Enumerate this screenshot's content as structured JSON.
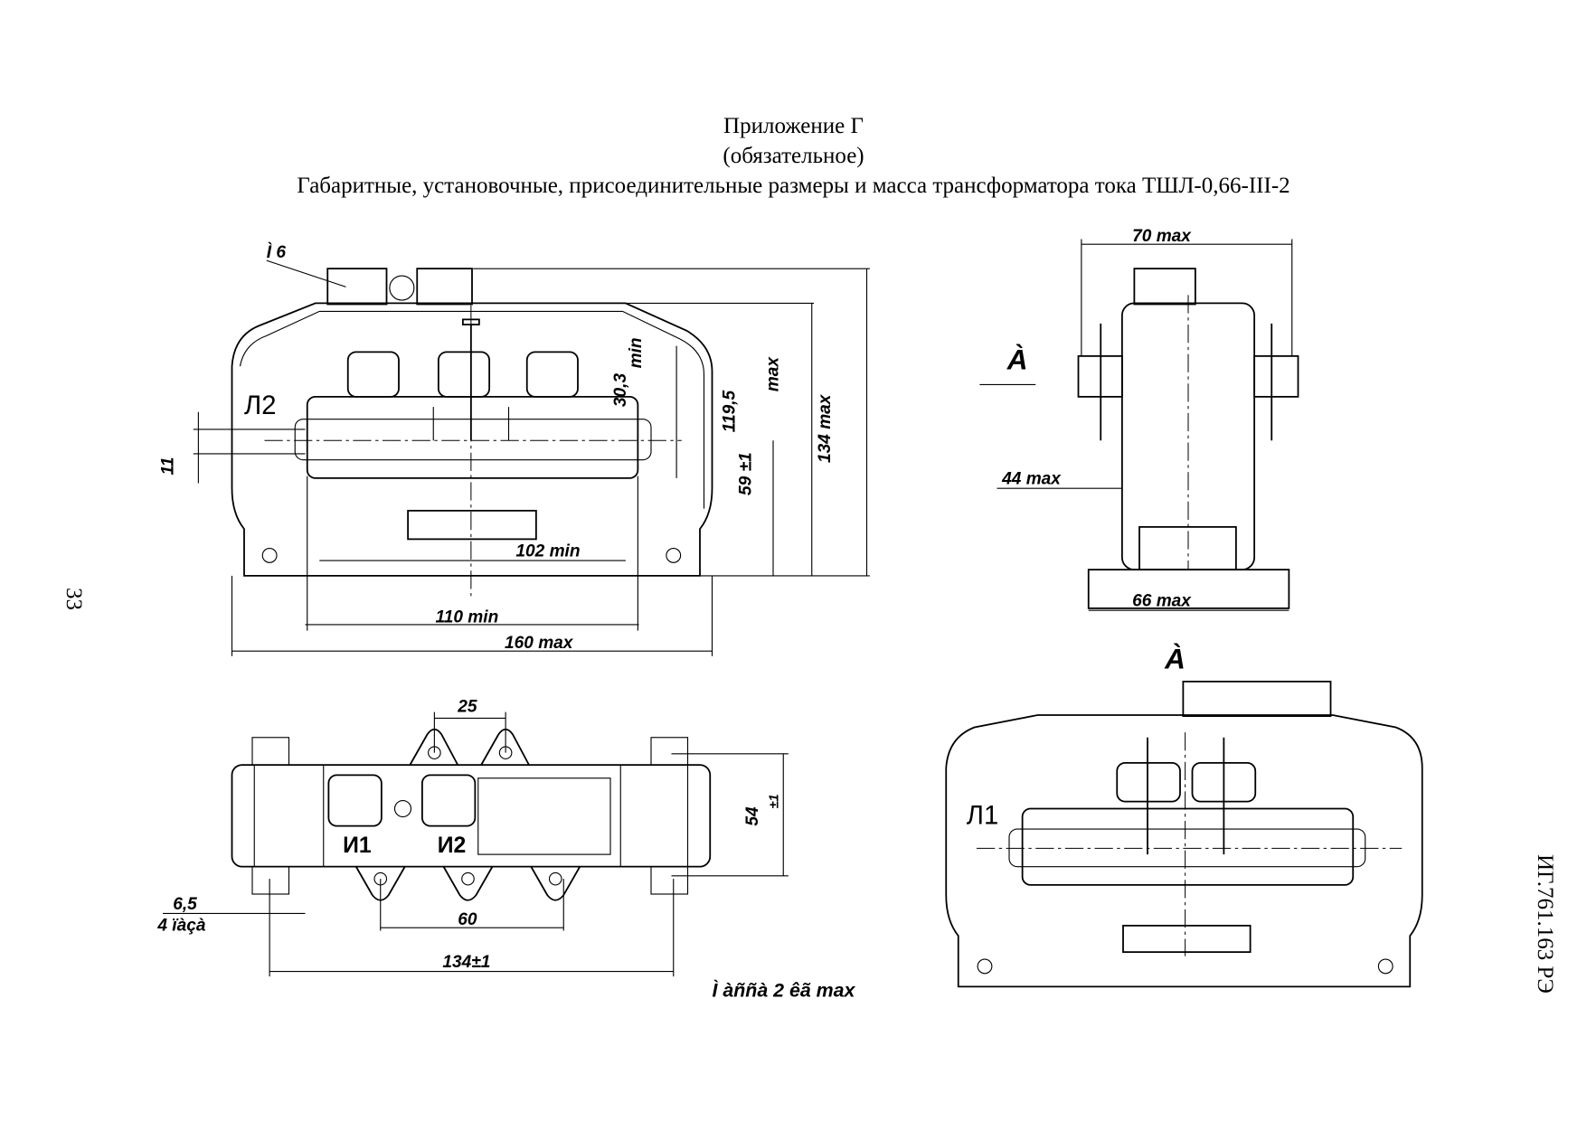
{
  "header": {
    "appendix": "Приложение Г",
    "status": "(обязательное)",
    "title": "Габаритные, установочные, присоединительные размеры и масса трансформатора тока ТШЛ-0,66-III-2"
  },
  "page_number": "33",
  "doc_code": "ИГ.761.163 РЭ",
  "front_view": {
    "callout": "Ì 6",
    "terminal_label": "Л2",
    "dims": {
      "d30": "30,3",
      "d30_suffix": "min",
      "d119": "119,5",
      "d119_suffix": "max",
      "d134": "134 max",
      "d11": "11",
      "d59": "59 ±1",
      "d102": "102 min",
      "d110": "110 min",
      "d160": "160 max"
    }
  },
  "side_view": {
    "view_mark": "À",
    "dims": {
      "d70": "70 max",
      "d44": "44 max",
      "d66": "66 max"
    }
  },
  "top_view": {
    "labels": [
      "И1",
      "И2"
    ],
    "dims": {
      "d25": "25",
      "d54": "54",
      "d54_tol": "±1",
      "d65": "6,5",
      "holes": "4 ïàçà",
      "d60": "60",
      "d134": "134±1"
    },
    "mass": "Ì àññà 2 êã max"
  },
  "view_a": {
    "title": "À",
    "terminal_label": "Л1"
  }
}
